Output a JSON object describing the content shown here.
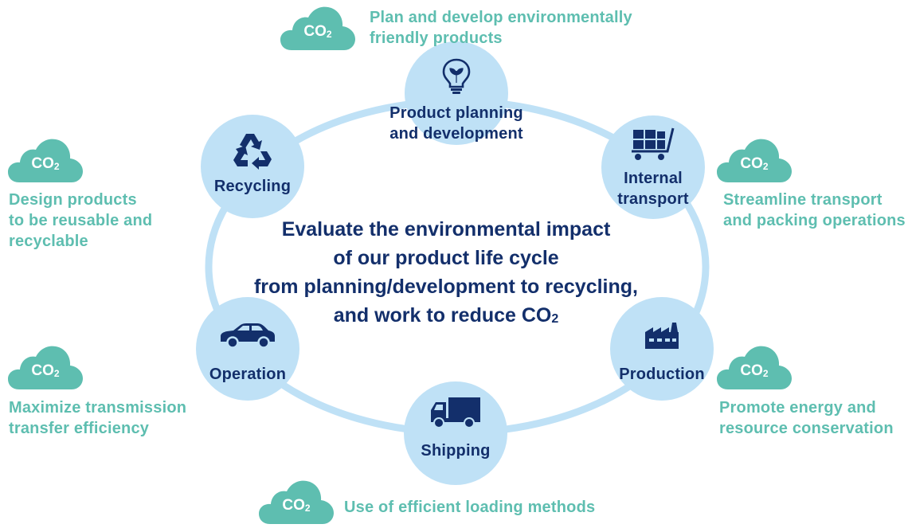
{
  "center": {
    "lines": [
      "Evaluate the environmental impact",
      "of our product life cycle",
      "from planning/development to recycling,",
      "and work to reduce CO"
    ],
    "subscript": "2"
  },
  "stages": [
    {
      "id": "planning",
      "icon": "lightbulb-leaf-icon",
      "label_lines": [
        "Product planning",
        "and development"
      ]
    },
    {
      "id": "internal-transport",
      "icon": "hand-truck-icon",
      "label_lines": [
        "Internal",
        "transport"
      ]
    },
    {
      "id": "production",
      "icon": "factory-icon",
      "label_lines": [
        "Production"
      ]
    },
    {
      "id": "shipping",
      "icon": "truck-icon",
      "label_lines": [
        "Shipping"
      ]
    },
    {
      "id": "operation",
      "icon": "car-icon",
      "label_lines": [
        "Operation"
      ]
    },
    {
      "id": "recycling",
      "icon": "recycle-icon",
      "label_lines": [
        "Recycling"
      ]
    }
  ],
  "notes": [
    {
      "id": "planning",
      "lines": [
        "Plan and develop environmentally",
        "friendly products"
      ]
    },
    {
      "id": "internal-transport",
      "lines": [
        "Streamline transport",
        "and packing operations"
      ]
    },
    {
      "id": "production",
      "lines": [
        "Promote energy and",
        "resource conservation"
      ]
    },
    {
      "id": "shipping",
      "lines": [
        "Use of efficient loading methods"
      ]
    },
    {
      "id": "operation",
      "lines": [
        "Maximize transmission",
        "transfer efficiency"
      ]
    },
    {
      "id": "recycling",
      "lines": [
        "Design products",
        "to be reusable and",
        "recyclable"
      ]
    }
  ],
  "co2_badge": {
    "text": "CO",
    "subscript": "2",
    "icon": "cloud-icon"
  },
  "colors": {
    "navy": "#132f6b",
    "circle": "#bfe1f6",
    "ring": "#bfe1f6",
    "teal": "#5ebeb0"
  }
}
